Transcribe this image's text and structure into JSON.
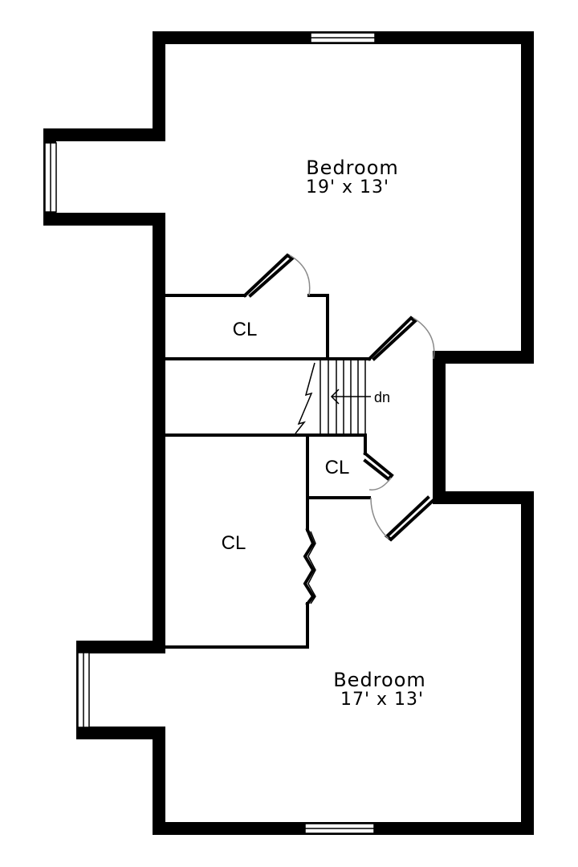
{
  "rooms": {
    "upper_bedroom": {
      "name": "Bedroom",
      "size": "19' x 13'"
    },
    "lower_bedroom": {
      "name": "Bedroom",
      "size": "17' x 13'"
    },
    "closet_upper": {
      "name": "CL"
    },
    "closet_small": {
      "name": "CL"
    },
    "closet_large": {
      "name": "CL"
    }
  },
  "stairs": {
    "label": "dn"
  },
  "colors": {
    "wall": "#000000",
    "door_swing": "#8a8a8a",
    "background": "#ffffff"
  }
}
